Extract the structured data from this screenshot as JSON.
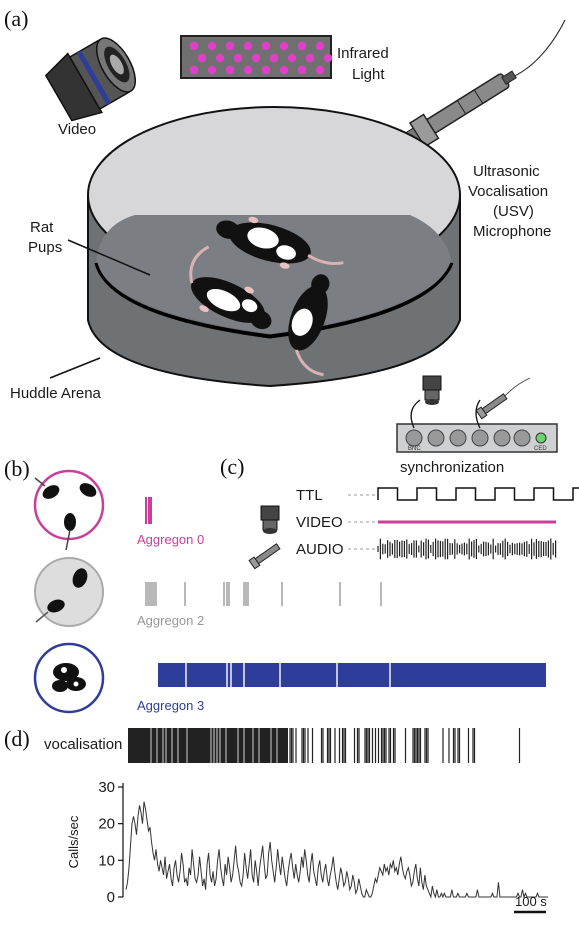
{
  "panel_labels": {
    "a": "(a)",
    "b": "(b)",
    "c": "(c)",
    "d": "(d)"
  },
  "setup": {
    "infrared_label_1": "Infrared",
    "infrared_label_2": "Light",
    "video_label": "Video",
    "usv_label_1": "Ultrasonic",
    "usv_label_2": "Vocalisation",
    "usv_label_3": "(USV)",
    "usv_label_4": "Microphone",
    "pups_label_1": "Rat",
    "pups_label_2": "Pups",
    "arena_label": "Huddle Arena",
    "sync_label": "synchronization",
    "bnc_label": "BNC",
    "ced_label": "CED"
  },
  "aggregons": [
    {
      "label": "Aggregon 0",
      "color": "#c8409a"
    },
    {
      "label": "Aggregon 2",
      "color": "#999999"
    },
    {
      "label": "Aggregon 3",
      "color": "#2e3d9a"
    }
  ],
  "signals": {
    "ttl": "TTL",
    "video": "VIDEO",
    "audio": "AUDIO"
  },
  "vocalisation_label": "vocalisation",
  "colors": {
    "pink": "#c8409a",
    "blue": "#2e3d9a",
    "gray_arena": "#6e7275",
    "arena_top": "#d7d7d9"
  },
  "chart_data": {
    "type": "line",
    "ylabel": "Calls/sec",
    "yticks": [
      0,
      10,
      20,
      30
    ],
    "ylim": [
      0,
      30
    ],
    "scalebar_label": "100 s",
    "y": [
      2,
      4,
      8,
      14,
      20,
      22,
      20,
      17,
      22,
      25,
      23,
      20,
      26,
      24,
      21,
      18,
      19,
      15,
      12,
      10,
      13,
      9,
      7,
      10,
      8,
      6,
      11,
      5,
      7,
      9,
      5,
      3,
      8,
      10,
      6,
      4,
      7,
      12,
      9,
      4,
      5,
      3,
      8,
      6,
      13,
      9,
      5,
      4,
      6,
      11,
      7,
      3,
      5,
      2,
      9,
      12,
      6,
      4,
      7,
      3,
      5,
      10,
      13,
      8,
      5,
      3,
      9,
      6,
      11,
      8,
      4,
      6,
      10,
      14,
      9,
      7,
      4,
      3,
      6,
      12,
      8,
      5,
      9,
      13,
      6,
      4,
      10,
      7,
      3,
      8,
      11,
      14,
      9,
      5,
      6,
      12,
      15,
      10,
      7,
      4,
      8,
      13,
      9,
      6,
      11,
      8,
      5,
      3,
      7,
      10,
      12,
      8,
      5,
      9,
      6,
      4,
      7,
      11,
      8,
      13,
      10,
      6,
      4,
      9,
      12,
      7,
      5,
      3,
      8,
      10,
      6,
      4,
      7,
      9,
      5,
      3,
      6,
      8,
      11,
      7,
      4,
      2,
      5,
      8,
      6,
      3,
      4,
      7,
      5,
      2,
      3,
      6,
      4,
      1,
      2,
      5,
      3,
      1,
      0,
      0,
      2,
      1,
      0,
      0,
      1,
      3,
      5,
      4,
      6,
      8,
      7,
      6,
      9,
      7,
      8,
      6,
      9,
      8,
      10,
      7,
      8,
      6,
      9,
      11,
      8,
      6,
      5,
      7,
      8,
      6,
      3,
      4,
      7,
      9,
      5,
      3,
      8,
      4,
      2,
      6,
      3,
      2,
      1,
      0,
      3,
      1,
      0,
      2,
      0,
      0,
      1,
      0,
      1,
      0,
      0,
      0,
      0,
      2,
      0,
      0,
      0,
      1,
      0,
      0,
      0,
      0,
      0,
      1,
      0,
      0,
      0,
      0,
      0,
      0,
      2,
      0,
      0,
      0,
      0,
      0,
      0,
      0,
      0,
      0,
      1,
      0,
      0,
      0,
      4,
      0,
      0,
      0,
      0,
      0,
      0,
      0,
      0,
      0,
      0,
      0,
      0,
      1,
      0,
      0,
      2,
      0,
      1,
      0,
      0,
      0,
      0,
      0,
      0,
      0,
      1,
      0,
      0,
      0,
      0,
      0,
      0,
      0
    ]
  }
}
